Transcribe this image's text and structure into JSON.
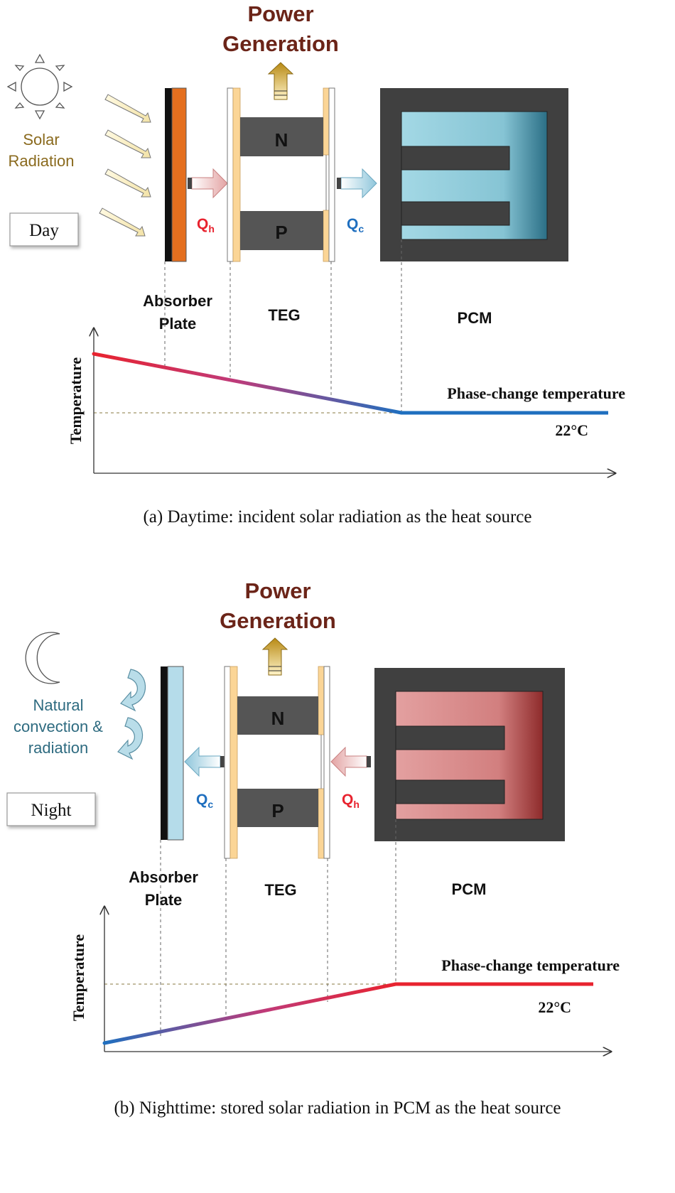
{
  "panel_a": {
    "power_line1": "Power",
    "power_line2": "Generation",
    "source_line1": "Solar",
    "source_line2": "Radiation",
    "badge": "Day",
    "q_left": "Q",
    "q_left_sub": "h",
    "q_right": "Q",
    "q_right_sub": "c",
    "n_label": "N",
    "p_label": "P",
    "absorber_line1": "Absorber",
    "absorber_line2": "Plate",
    "teg_label": "TEG",
    "pcm_label": "PCM",
    "ylabel": "Temperature",
    "phase_label": "Phase-change temperature",
    "temp_value": "22°C",
    "caption": "(a)  Daytime: incident solar radiation as the heat source"
  },
  "panel_b": {
    "power_line1": "Power",
    "power_line2": "Generation",
    "source_line1": "Natural",
    "source_line2": "convection &",
    "source_line3": "radiation",
    "badge": "Night",
    "q_left": "Q",
    "q_left_sub": "c",
    "q_right": "Q",
    "q_right_sub": "h",
    "n_label": "N",
    "p_label": "P",
    "absorber_line1": "Absorber",
    "absorber_line2": "Plate",
    "teg_label": "TEG",
    "pcm_label": "PCM",
    "ylabel": "Temperature",
    "phase_label": "Phase-change temperature",
    "temp_value": "22°C",
    "caption": "(b) Nighttime: stored solar radiation in PCM as the heat source"
  },
  "colors": {
    "hot": "#e8232f",
    "cold": "#1f6fbf",
    "absorber_day": "#e46f1f",
    "absorber_night": "#b5dcea",
    "teg_block": "#555555",
    "teg_plate": "#fbd596",
    "pcm_frame": "#404040",
    "pcm_day": "#8fcbd9",
    "pcm_night": "#d98686",
    "power_text": "#6b2418",
    "solar_text": "#8a6a1e",
    "night_text": "#2e6b80"
  }
}
